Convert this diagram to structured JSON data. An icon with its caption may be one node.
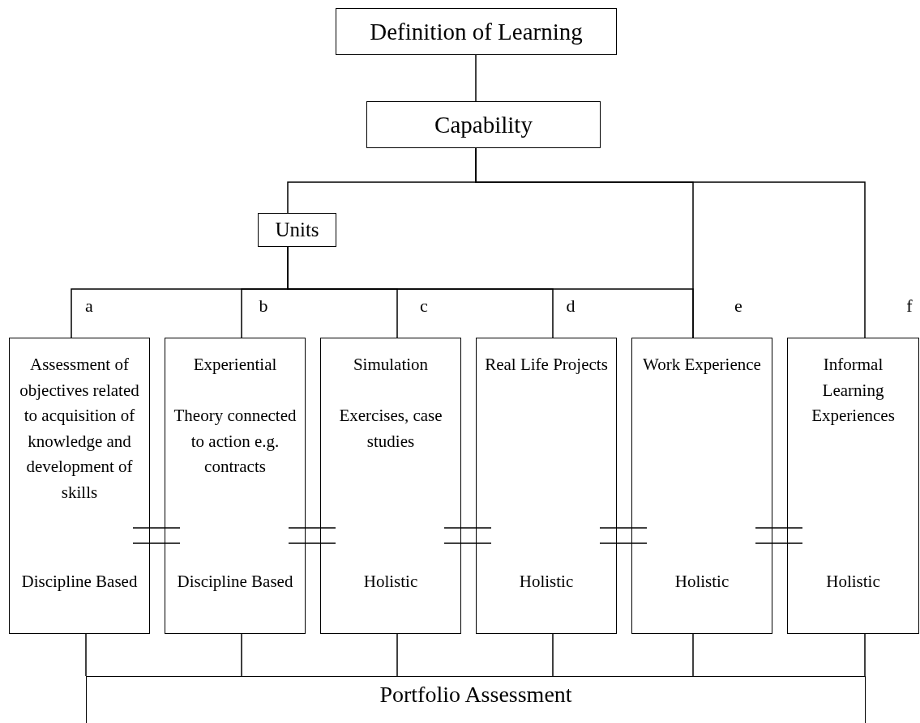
{
  "diagram": {
    "nodes": [
      {
        "text": [
          "Definition of Learning"
        ]
      },
      {
        "text": [
          "Capability"
        ]
      },
      {
        "text": [
          "Units"
        ]
      },
      {
        "text": [
          "Assessment of objectives related to acquisition of knowledge and development of skills",
          "Discipline Based"
        ],
        "beside": [
          "a"
        ]
      },
      {
        "text": [
          "Experiential",
          "Theory connected to action e.g. contracts",
          "Discipline Based"
        ],
        "beside": [
          "b"
        ]
      },
      {
        "text": [
          "Simulation",
          "Exercises, case studies",
          "Holistic"
        ],
        "beside": [
          "c"
        ]
      },
      {
        "text": [
          "Real Life Projects",
          "Holistic"
        ],
        "beside": [
          "d"
        ]
      },
      {
        "text": [
          "Work Experience",
          "Holistic"
        ],
        "beside": [
          "e"
        ]
      },
      {
        "text": [
          "Informal Learning Experiences",
          "Holistic"
        ],
        "beside": [
          "f"
        ]
      },
      {
        "text": [
          "Portfolio Assessment"
        ]
      }
    ],
    "edges": [
      {
        "from": 0,
        "to": 1,
        "arrow": "none"
      },
      {
        "from": 1,
        "to": 2,
        "arrow": "none"
      },
      {
        "from": 1,
        "to": 7,
        "arrow": "none"
      },
      {
        "from": 1,
        "to": 8,
        "arrow": "none"
      },
      {
        "from": 2,
        "to": 3,
        "arrow": "none"
      },
      {
        "from": 2,
        "to": 4,
        "arrow": "none"
      },
      {
        "from": 2,
        "to": 5,
        "arrow": "none"
      },
      {
        "from": 2,
        "to": 6,
        "arrow": "none"
      },
      {
        "from": 2,
        "to": 7,
        "arrow": "none"
      },
      {
        "from": 3,
        "to": 9,
        "arrow": "none"
      },
      {
        "from": 4,
        "to": 9,
        "arrow": "none"
      },
      {
        "from": 5,
        "to": 9,
        "arrow": "none"
      },
      {
        "from": 6,
        "to": 9,
        "arrow": "none"
      },
      {
        "from": 7,
        "to": 9,
        "arrow": "none"
      },
      {
        "from": 8,
        "to": 9,
        "arrow": "none"
      }
    ]
  }
}
